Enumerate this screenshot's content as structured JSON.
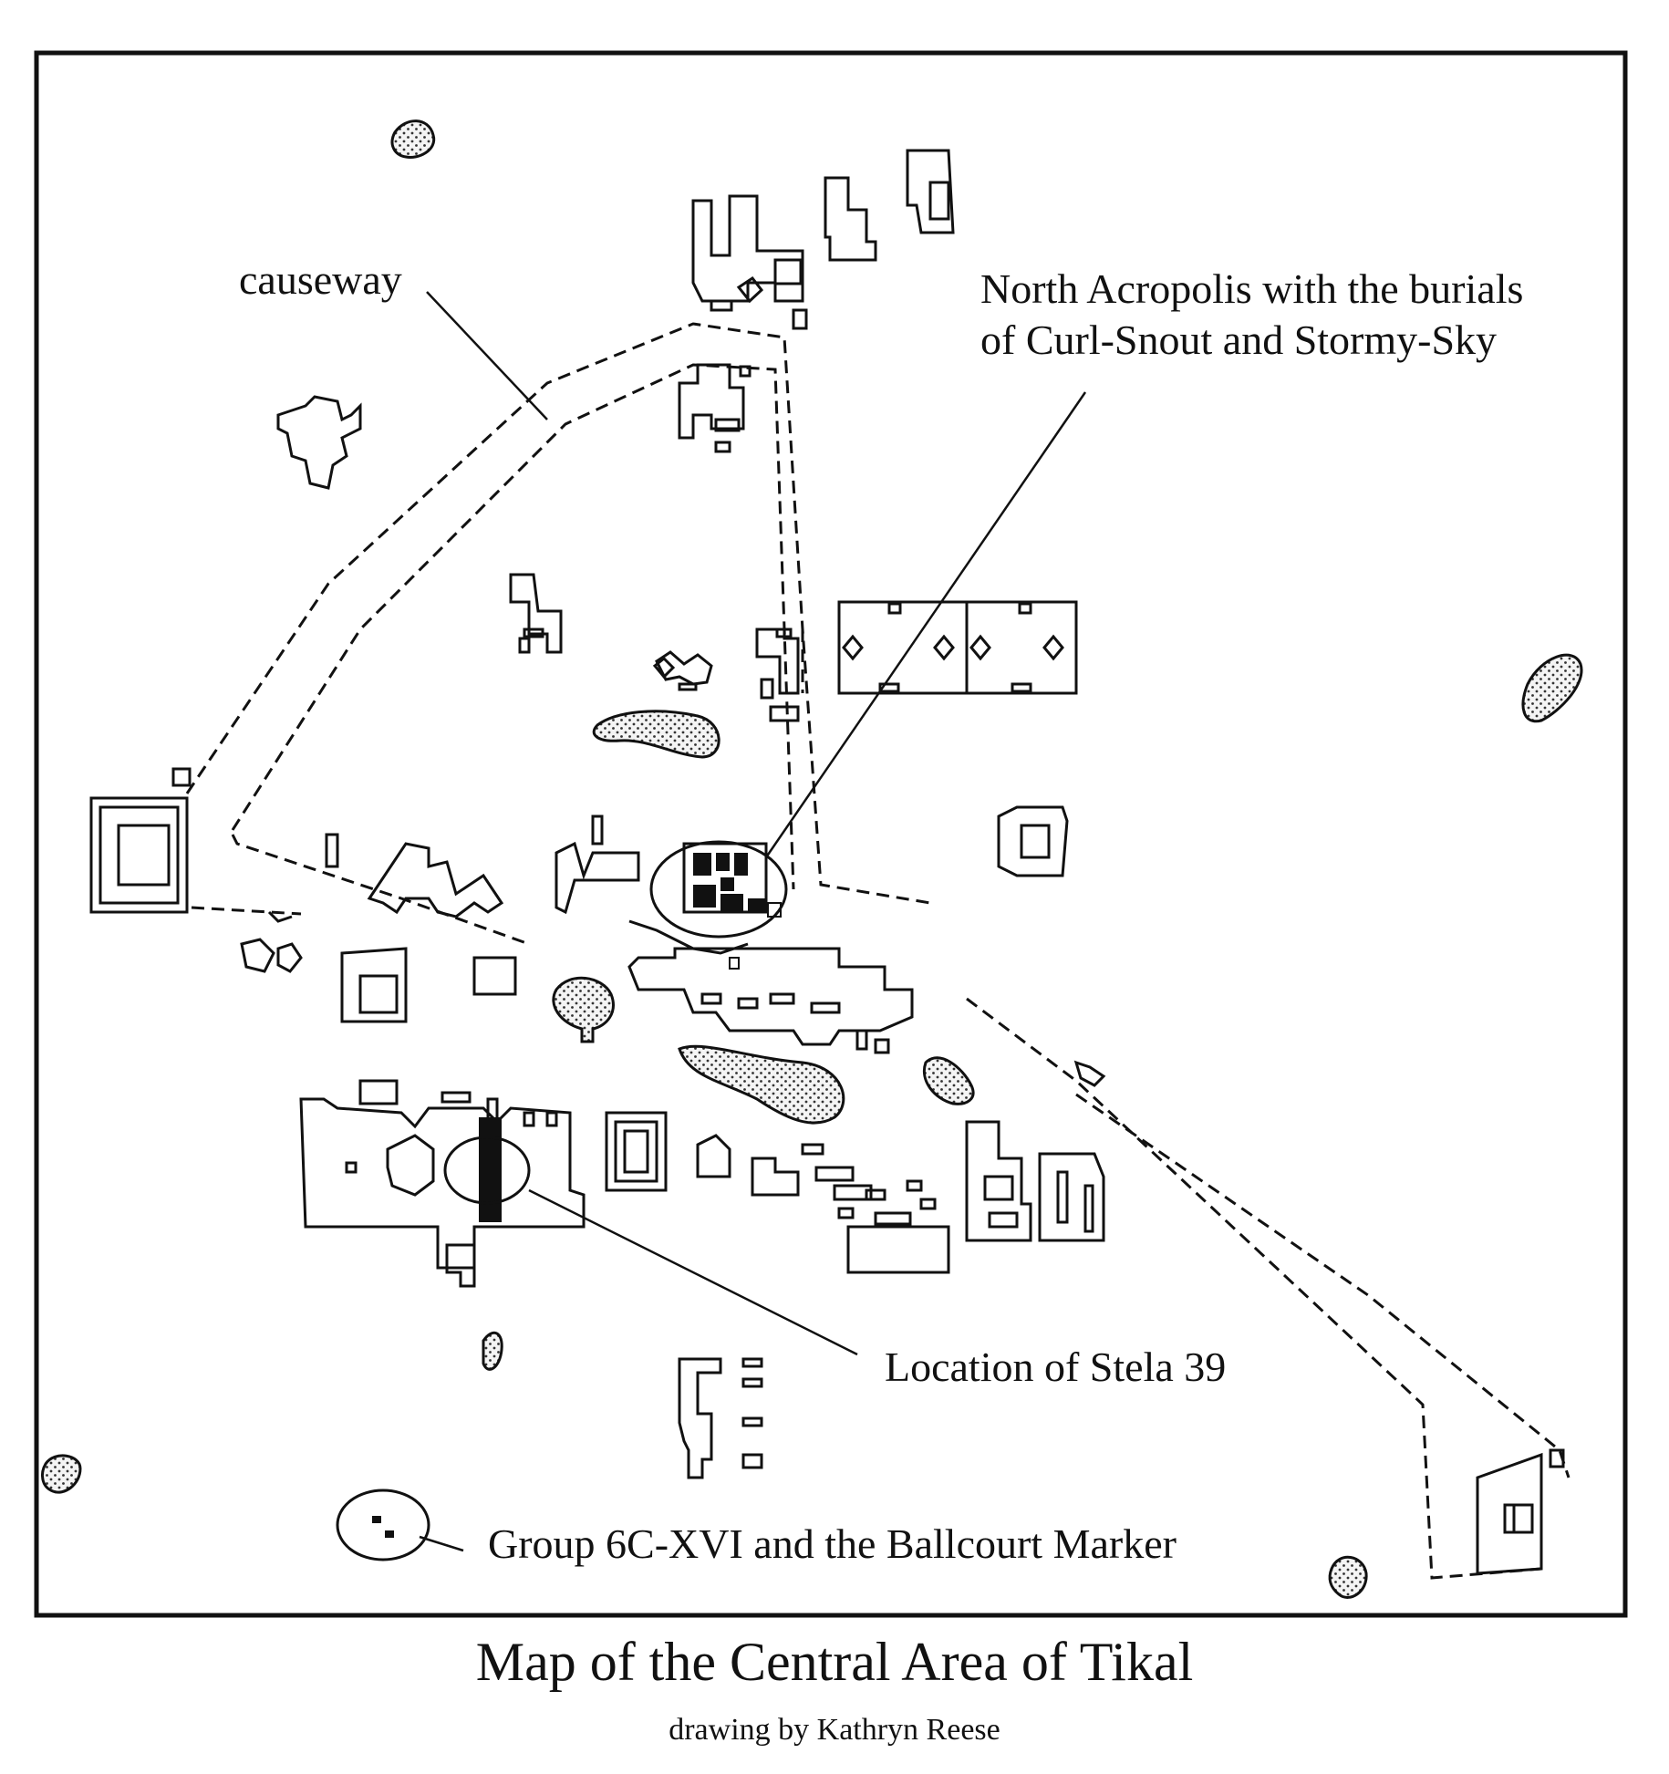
{
  "map": {
    "labels": {
      "causeway": "causeway",
      "north_acropolis_line1": "North Acropolis with the burials",
      "north_acropolis_line2": "of Curl-Snout and Stormy-Sky",
      "stela": "Location of Stela 39",
      "group": "Group 6C-XVI and the Ballcourt Marker"
    },
    "colors": {
      "ink": "#111111",
      "paper": "#ffffff",
      "pond": "#d9d9d9"
    }
  },
  "caption": {
    "title": "Map of the Central Area of Tikal",
    "credit": "drawing by Kathryn Reese"
  }
}
